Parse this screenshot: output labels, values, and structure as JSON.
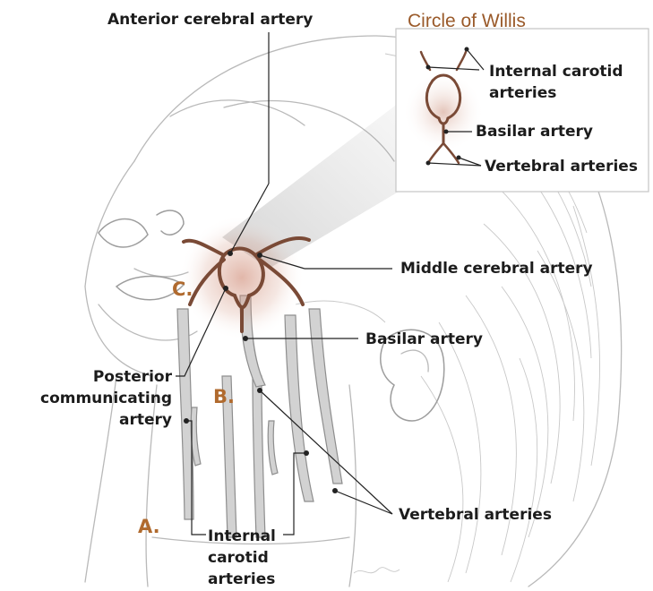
{
  "labels": {
    "anterior_cerebral": "Anterior cerebral artery",
    "middle_cerebral": "Middle cerebral artery",
    "basilar": "Basilar artery",
    "posterior_communicating_1": "Posterior",
    "posterior_communicating_2": "communicating",
    "posterior_communicating_3": "artery",
    "vertebral": "Vertebral arteries",
    "internal_carotid_1": "Internal",
    "internal_carotid_2": "carotid",
    "internal_carotid_3": "arteries"
  },
  "letters": {
    "a": "A.",
    "b": "B.",
    "c": "C."
  },
  "inset": {
    "title": "Circle of Willis",
    "internal_carotid_1": "Internal carotid",
    "internal_carotid_2": "arteries",
    "basilar": "Basilar artery",
    "vertebral": "Vertebral arteries"
  },
  "colors": {
    "label_text": "#1c1c1c",
    "letter_accent": "#b06a2e",
    "inset_title": "#9a5a2a",
    "artery": "#7a4a36",
    "glow": "#c97b63"
  }
}
